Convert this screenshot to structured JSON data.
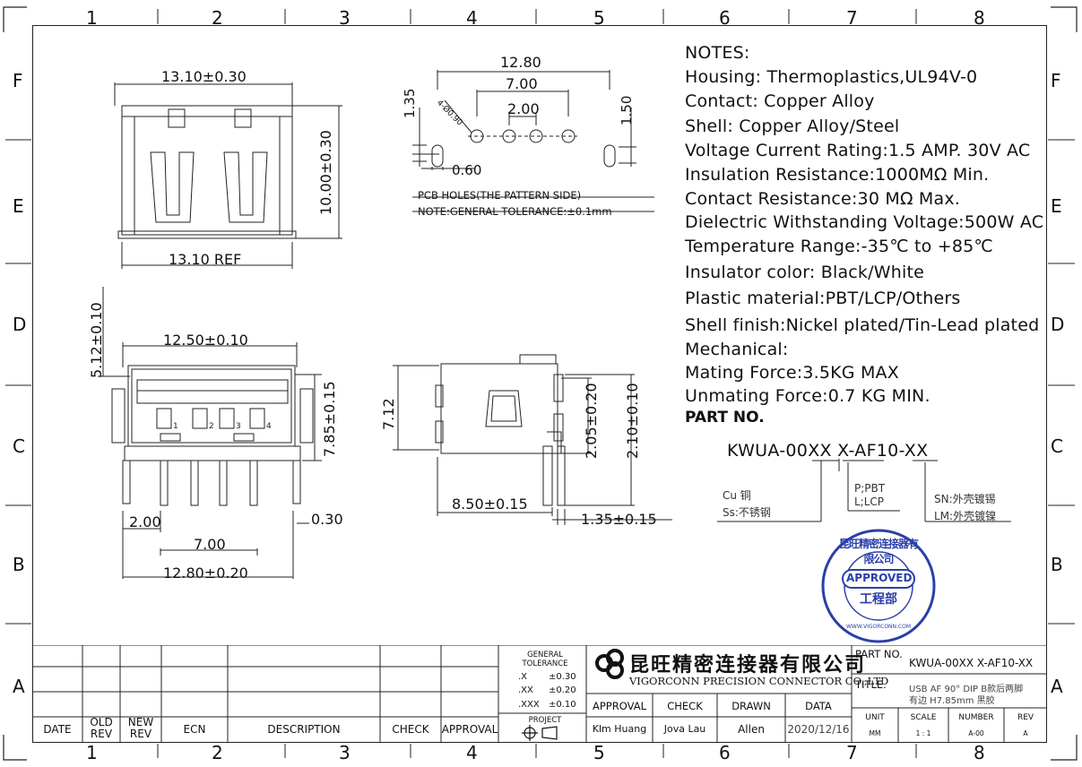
{
  "zones": {
    "cols": [
      "1",
      "2",
      "3",
      "4",
      "5",
      "6",
      "7",
      "8"
    ],
    "rows": [
      "F",
      "E",
      "D",
      "C",
      "B",
      "A"
    ]
  },
  "top_view": {
    "dim_top": "13.10±0.30",
    "dim_height": "10.00±0.30",
    "dim_bottom": "13.10 REF"
  },
  "pcb_view": {
    "dim_total": "12.80",
    "dim_mid": "7.00",
    "dim_inner": "2.00",
    "dim_left": "1.35",
    "dim_right": "1.50",
    "dim_hole": "4-Ø0.90",
    "dim_pad": "0.60",
    "caption1": "PCB HOLES(THE PATTERN SIDE)",
    "caption2": "NOTE:GENERAL TOLERANCE:±0.1mm"
  },
  "front_view": {
    "dim_width": "12.50±0.10",
    "dim_left_height": "5.12±0.10",
    "dim_right_height": "7.85±0.15",
    "dim_pitch": "2.00",
    "dim_mid": "7.00",
    "dim_total": "12.80±0.20",
    "dim_pin": "0.30",
    "pin_labels": [
      "1",
      "2",
      "3",
      "4"
    ]
  },
  "side_view": {
    "dim_height": "7.12",
    "dim_a": "2.05±0.20",
    "dim_b": "2.10±0.10",
    "dim_length": "8.50±0.15",
    "dim_tail": "1.35±0.15"
  },
  "notes": {
    "lines": [
      "NOTES:",
      "Housing:  Thermoplastics,UL94V-0",
      "Contact:  Copper Alloy",
      "Shell:  Copper Alloy/Steel",
      "Voltage Current Rating:1.5 AMP. 30V AC",
      "Insulation Resistance:1000MΩ Min.",
      "Contact Resistance:30 MΩ Max.",
      "Dielectric Withstanding Voltage:500W AC",
      "Temperature Range:-35℃ to +85℃",
      "Insulator color:  Black/White",
      "Plastic material:PBT/LCP/Others",
      "Shell finish:Nickel plated/Tin-Lead plated",
      "Mechanical:",
      "Mating Force:3.5KG MAX",
      "Unmating Force:0.7 KG MIN."
    ],
    "part_no_label": "PART NO.",
    "part_no_code": "KWUA-00XX X-AF10-XX",
    "opt_cu": "Cu 铜",
    "opt_ss": "Ss:不锈钢",
    "opt_p": "P;PBT",
    "opt_l": "L;LCP",
    "opt_sn": "SN:外壳镀锡",
    "opt_lm": "LM:外壳镀镍"
  },
  "stamp": {
    "top_text": "昆旺精密连接器有限公司",
    "center": "APPROVED",
    "sub": "工程部",
    "bottom": "WWW.VIGORCONN.COM",
    "color": "#2b3fa8"
  },
  "title_block": {
    "rev_headers": [
      "DATE",
      "OLD REV",
      "NEW REV",
      "ECN",
      "DESCRIPTION",
      "CHECK",
      "APPROVAL"
    ],
    "tolerance_title": "GENERAL TOLERANCE",
    "tol_x": ".X",
    "tol_x_val": "±0.30",
    "tol_xx": ".XX",
    "tol_xx_val": "±0.20",
    "tol_xxx": ".XXX",
    "tol_xxx_val": "±0.10",
    "project": "PROJECT",
    "company_cn": "昆旺精密连接器有限公司",
    "company_en": "VIGORCONN PRECISION CONNECTOR CO.,LTD",
    "approval": "APPROVAL",
    "check": "CHECK",
    "drawn": "DRAWN",
    "data": "DATA",
    "approval_name": "Klm Huang",
    "check_name": "Jova Lau",
    "drawn_name": "Allen",
    "date_val": "2020/12/16",
    "part_no_label": "PART NO.",
    "part_no": "KWUA-00XX X-AF10-XX",
    "title_label": "TITLE.",
    "title_line1": "USB AF 90° DIP B款后两脚",
    "title_line2": "有边 H7.85mm 黑胶",
    "unit_label": "UNIT",
    "unit_val": "MM",
    "scale_label": "SCALE",
    "scale_val": "1 : 1",
    "number_label": "NUMBER",
    "number_val": "A-00",
    "rev_label": "REV",
    "rev_val": "A"
  }
}
